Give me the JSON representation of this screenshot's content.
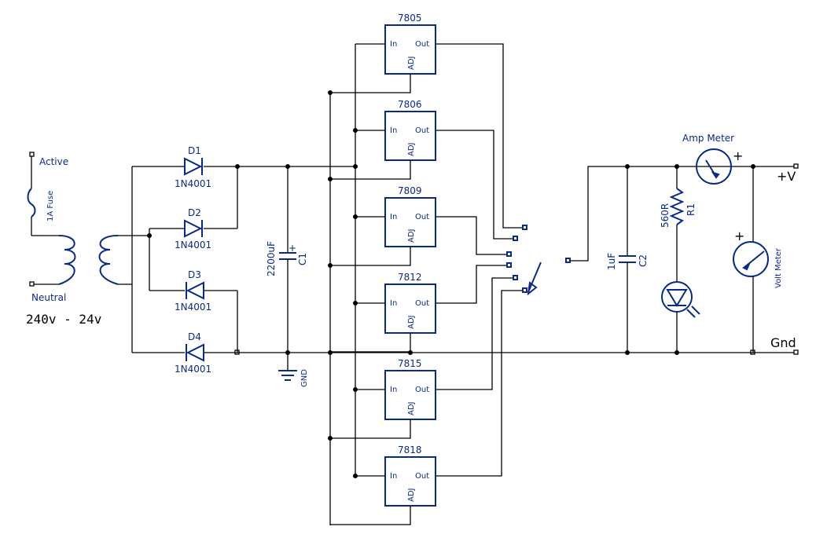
{
  "labels": {
    "active": "Active",
    "fuse": "1A Fuse",
    "neutral": "Neutral",
    "transformer": "240v - 24v",
    "d1": "D1",
    "d2": "D2",
    "d3": "D3",
    "d4": "D4",
    "diode_part": "1N4001",
    "c1_value": "2200uF",
    "c1_name": "C1",
    "gnd_symbol": "GND",
    "c2_value": "1uF",
    "c2_name": "C2",
    "r1_value": "560R",
    "r1_name": "R1",
    "amp_meter": "Amp Meter",
    "volt_meter": "Volt Meter",
    "plus": "+",
    "plus_v": "+V",
    "gnd": "Gnd"
  },
  "regulators": [
    {
      "name": "7805"
    },
    {
      "name": "7806"
    },
    {
      "name": "7809"
    },
    {
      "name": "7812"
    },
    {
      "name": "7815"
    },
    {
      "name": "7818"
    }
  ],
  "pins": {
    "in": "In",
    "out": "Out",
    "adj": "ADJ"
  },
  "colors": {
    "component": "#0a2a8a",
    "wire": "#000000"
  }
}
